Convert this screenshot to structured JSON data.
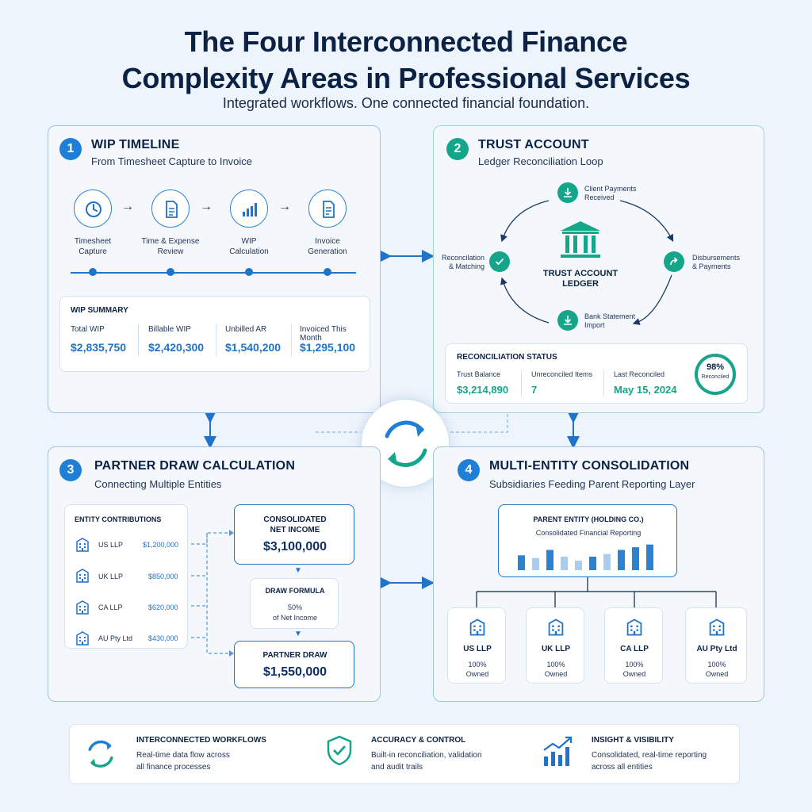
{
  "title_line1": "The Four Interconnected Finance",
  "title_line2": "Complexity Areas in Professional Services",
  "subtitle": "Integrated workflows. One connected financial foundation.",
  "colors": {
    "blue": "#1f7fd6",
    "teal": "#14a58b",
    "navy": "#0c2244"
  },
  "wip": {
    "number": "1",
    "title": "WIP TIMELINE",
    "subtitle": "From Timesheet Capture to Invoice",
    "steps": [
      {
        "icon": "clock-icon",
        "line1": "Timesheet",
        "line2": "Capture"
      },
      {
        "icon": "document-icon",
        "line1": "Time & Expense",
        "line2": "Review"
      },
      {
        "icon": "bar-chart-icon",
        "line1": "WIP",
        "line2": "Calculation"
      },
      {
        "icon": "invoice-icon",
        "line1": "Invoice",
        "line2": "Generation"
      }
    ],
    "summary_title": "WIP SUMMARY",
    "metrics": [
      {
        "label": "Total WIP",
        "value": "$2,835,750"
      },
      {
        "label": "Billable WIP",
        "value": "$2,420,300"
      },
      {
        "label": "Unbilled AR",
        "value": "$1,540,200"
      },
      {
        "label": "Invoiced This Month",
        "value": "$1,295,100"
      }
    ]
  },
  "trust": {
    "number": "2",
    "title": "TRUST ACCOUNT",
    "subtitle": "Ledger Reconciliation Loop",
    "center_line1": "TRUST ACCOUNT",
    "center_line2": "LEDGER",
    "nodes": {
      "top_line1": "Client Payments",
      "top_line2": "Received",
      "right_line1": "Disbursements",
      "right_line2": "& Payments",
      "bottom_line1": "Bank Statement",
      "bottom_line2": "Import",
      "left_line1": "Reconcilation",
      "left_line2": "& Matching"
    },
    "status_title": "RECONCILIATION STATUS",
    "metrics": [
      {
        "label": "Trust Balance",
        "value": "$3,214,890"
      },
      {
        "label": "Unreconciled Items",
        "value": "7"
      },
      {
        "label": "Last Reconciled",
        "value": "May 15, 2024"
      }
    ],
    "gauge_value": "98%",
    "gauge_label": "Reconciled",
    "gauge_fraction": 0.98
  },
  "partner": {
    "number": "3",
    "title": "PARTNER DRAW CALCULATION",
    "subtitle": "Connecting Multiple Entities",
    "contrib_title": "ENTITY CONTRIBUTIONS",
    "entities": [
      {
        "name": "US LLP",
        "value": "$1,200,000"
      },
      {
        "name": "UK LLP",
        "value": "$850,000"
      },
      {
        "name": "CA LLP",
        "value": "$620,000"
      },
      {
        "name": "AU Pty Ltd",
        "value": "$430,000"
      }
    ],
    "net_income_line1": "CONSOLIDATED",
    "net_income_line2": "NET INCOME",
    "net_income_value": "$3,100,000",
    "formula_title": "DRAW FORMULA",
    "formula_pct": "50%",
    "formula_of": "of Net Income",
    "draw_title": "PARTNER DRAW",
    "draw_value": "$1,550,000"
  },
  "consolidation": {
    "number": "4",
    "title": "MULTI-ENTITY CONSOLIDATION",
    "subtitle": "Subsidiaries Feeding Parent Reporting Layer",
    "parent_title": "PARENT ENTITY (HOLDING CO.)",
    "parent_sub": "Consolidated Financial Reporting",
    "bar_levels": [
      0.55,
      0.45,
      0.75,
      0.5,
      0.35,
      0.5,
      0.6,
      0.75,
      0.85,
      0.95
    ],
    "subsidiaries": [
      {
        "name": "US LLP",
        "pct": "100%",
        "label": "Owned"
      },
      {
        "name": "UK LLP",
        "pct": "100%",
        "label": "Owned"
      },
      {
        "name": "CA LLP",
        "pct": "100%",
        "label": "Owned"
      },
      {
        "name": "AU Pty Ltd",
        "pct": "100%",
        "label": "Owned"
      }
    ]
  },
  "footer": [
    {
      "icon": "cycle-icon",
      "title": "INTERCONNECTED WORKFLOWS",
      "line1": "Real-time data flow across",
      "line2": "all finance processes"
    },
    {
      "icon": "shield-check-icon",
      "title": "ACCURACY & CONTROL",
      "line1": "Built-in reconciliation, validation",
      "line2": "and audit trails"
    },
    {
      "icon": "growth-chart-icon",
      "title": "INSIGHT & VISIBILITY",
      "line1": "Consolidated, real-time reporting",
      "line2": "across all entities"
    }
  ]
}
